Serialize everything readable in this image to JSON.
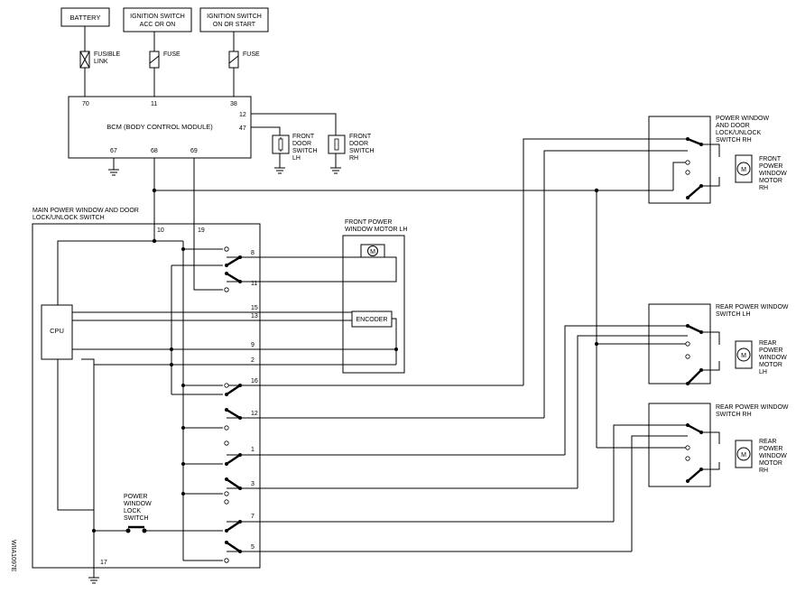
{
  "labels": {
    "battery": "BATTERY",
    "ign_acc_1": "IGNITION SWITCH",
    "ign_acc_2": "ACC OR ON",
    "ign_start_1": "IGNITION SWITCH",
    "ign_start_2": "ON OR START",
    "fusible_1": "FUSIBLE",
    "fusible_2": "LINK",
    "fuse_a": "FUSE",
    "fuse_b": "FUSE",
    "bcm": "BCM (BODY CONTROL MODULE)",
    "front_door_lh": [
      "FRONT",
      "DOOR",
      "SWITCH",
      "LH"
    ],
    "front_door_rh": [
      "FRONT",
      "DOOR",
      "SWITCH",
      "RH"
    ],
    "main_switch_1": "MAIN POWER WINDOW AND DOOR",
    "main_switch_2": "LOCK/UNLOCK SWITCH",
    "front_motor_lh_1": "FRONT POWER",
    "front_motor_lh_2": "WINDOW MOTOR LH",
    "cpu": "CPU",
    "encoder": "ENCODER",
    "lock_switch": [
      "POWER",
      "WINDOW",
      "LOCK",
      "SWITCH"
    ],
    "pw_rh_switch": [
      "POWER WINDOW",
      "AND DOOR",
      "LOCK/UNLOCK",
      "SWITCH RH"
    ],
    "front_motor_rh": [
      "FRONT",
      "POWER",
      "WINDOW",
      "MOTOR",
      "RH"
    ],
    "rear_lh_switch": [
      "REAR POWER WINDOW",
      "SWITCH LH"
    ],
    "rear_motor_lh": [
      "REAR",
      "POWER",
      "WINDOW",
      "MOTOR",
      "LH"
    ],
    "rear_rh_switch": [
      "REAR POWER WINDOW",
      "SWITCH RH"
    ],
    "rear_motor_rh": [
      "REAR",
      "POWER",
      "WINDOW",
      "MOTOR",
      "RH"
    ],
    "motor_symbol": "M",
    "figure_id": "WIIA1097E"
  },
  "pins": {
    "bcm_70": "70",
    "bcm_11": "11",
    "bcm_38": "38",
    "bcm_12": "12",
    "bcm_47": "47",
    "bcm_67": "67",
    "bcm_68": "68",
    "bcm_69": "69",
    "m10": "10",
    "m19": "19",
    "m8": "8",
    "m11": "11",
    "m15": "15",
    "m13": "13",
    "m9": "9",
    "m2": "2",
    "m16": "16",
    "m12": "12",
    "m1": "1",
    "m3": "3",
    "m7": "7",
    "m5": "5",
    "m17": "17"
  }
}
